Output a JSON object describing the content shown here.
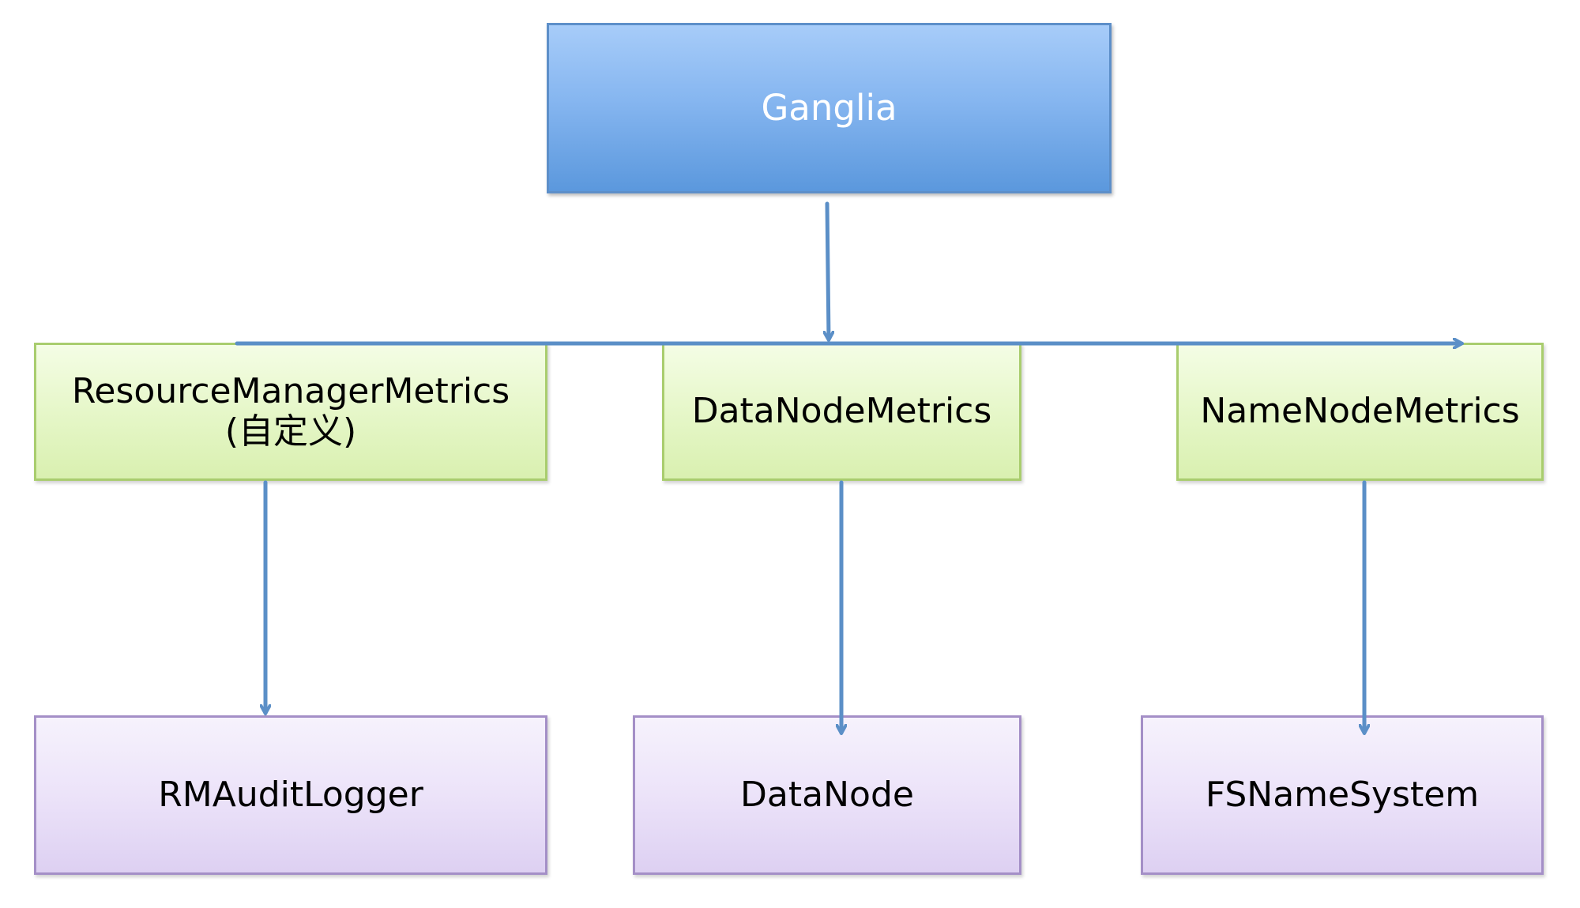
{
  "root": {
    "label": "Ganglia"
  },
  "metrics": {
    "resource_manager": {
      "line1": "ResourceManagerMetrics",
      "line2": "(自定义)"
    },
    "data_node": {
      "label": "DataNodeMetrics"
    },
    "name_node": {
      "label": "NameNodeMetrics"
    }
  },
  "sources": {
    "rm_audit_logger": {
      "label": "RMAuditLogger"
    },
    "data_node": {
      "label": "DataNode"
    },
    "fs_name_system": {
      "label": "FSNameSystem"
    }
  },
  "colors": {
    "connector": "#5b8fc7",
    "root_fill": "#6ea7ea",
    "metrics_fill": "#e3f5c4",
    "sources_fill": "#e9e0f7"
  }
}
